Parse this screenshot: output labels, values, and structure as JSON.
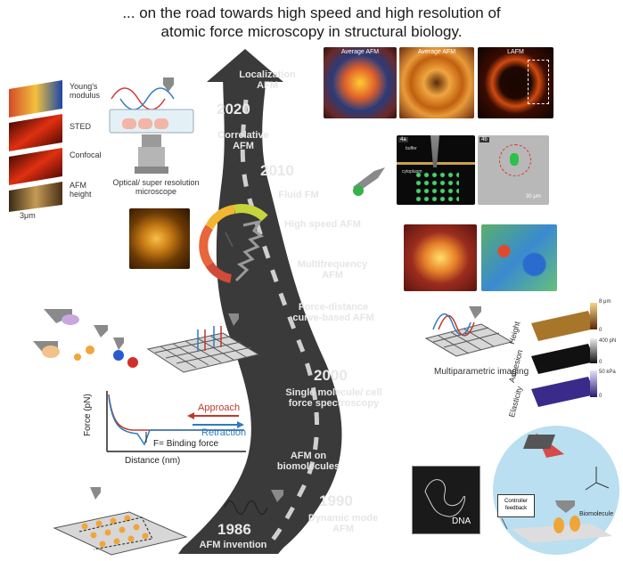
{
  "title": {
    "line1": "... on the road towards high speed and high resolution of",
    "line2": "atomic force microscopy in structural biology."
  },
  "road": {
    "items": [
      {
        "label": "Localization\nAFM"
      },
      {
        "label": "Correlative\nAFM"
      },
      {
        "label": "Fluid FM"
      },
      {
        "label": "High speed AFM"
      },
      {
        "label": "Multifrequency\nAFM"
      },
      {
        "label": "Force-distance\ncurve-based AFM"
      },
      {
        "label": "Single molecule/ cell\nforce spectroscopy"
      },
      {
        "label": "AFM on\nbiomolecules"
      },
      {
        "label": "Dynamic mode\nAFM"
      },
      {
        "label": "AFM invention"
      }
    ],
    "years": [
      "2020",
      "2010",
      "2000",
      "1990",
      "1986"
    ]
  },
  "left_panel": {
    "stack_labels": [
      "Young's\nmodulus",
      "STED",
      "Confocal",
      "AFM\nheight"
    ],
    "scale": "3μm",
    "microscope_label": "Optical/ super resolution\nmicroscope"
  },
  "laffm_panel": {
    "labels": [
      "Average AFM",
      "Average AFM",
      "LAFM"
    ]
  },
  "fluidfm_panel": {
    "tags": [
      "4a",
      "4b"
    ],
    "buffer": "buffer",
    "cytoplasm": "cytoplasm",
    "scale": "30 μm"
  },
  "force_curve": {
    "approach": "Approach",
    "retraction": "Retraction",
    "ylabel": "Force (pN)",
    "xlabel": "Distance (nm)",
    "binding": "F= Binding force"
  },
  "multiparametric": {
    "label": "Multiparametric  imaging",
    "layers": [
      "Height",
      "Adhesion",
      "Elasticity"
    ],
    "scale_values": [
      "8 μm",
      "0",
      "400 pN",
      "0",
      "50 kPa",
      "0"
    ]
  },
  "dna": {
    "label": "DNA"
  },
  "hsafm": {
    "feedback": "Controller\nfeedback",
    "biomolecule": "Biomolecule"
  },
  "colors": {
    "road": "#3a3a3a",
    "dash": "#cfcfcf",
    "approach": "#c0392b",
    "retraction": "#2e7bbf"
  }
}
